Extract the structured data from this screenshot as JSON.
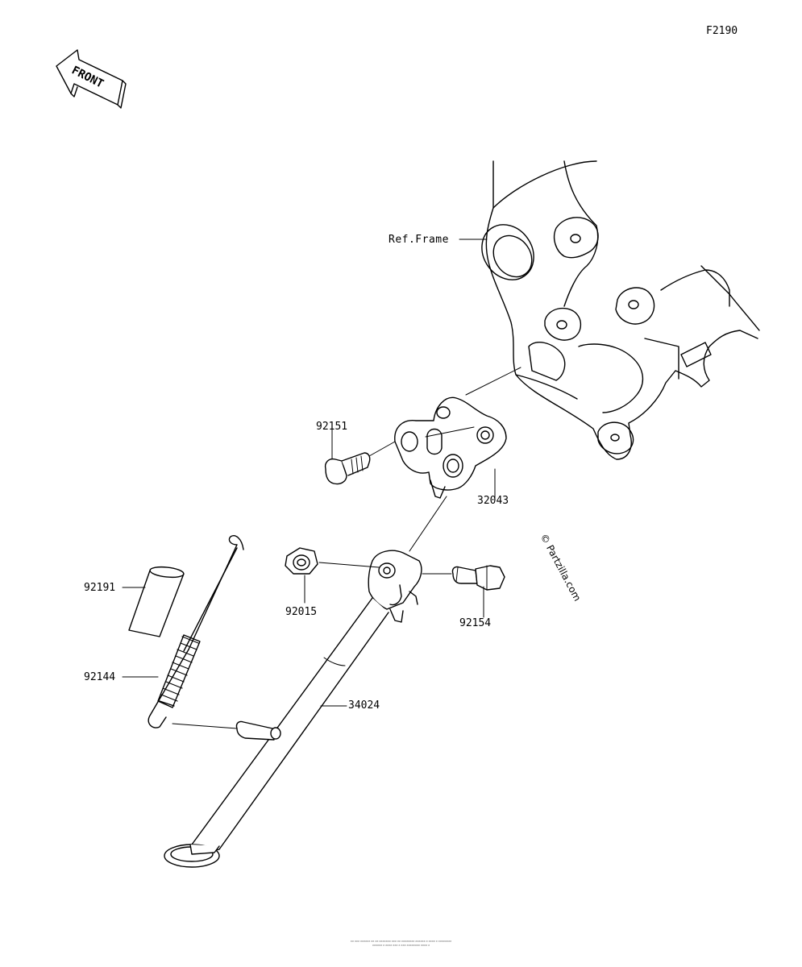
{
  "diagram_code": "F2190",
  "front_label": "FRONT",
  "ref_frame": "Ref.Frame",
  "parts": {
    "bolt_flanged": "92151",
    "bracket": "32043",
    "sleeve": "92191",
    "nut": "92015",
    "bolt_shoulder": "92154",
    "spring": "92144",
    "side_stand": "34024"
  },
  "watermark": "© Partzilla.com",
  "footnote_lines": [
    "XX XXX XXXXXX XX XX XXXXXXX XXX XX XXXXXXXX XXXXXX X XXXX X XXXXXXXX",
    "XXXXXX X XXXX XXX X XXX XXXXXXXX XXXX X"
  ]
}
